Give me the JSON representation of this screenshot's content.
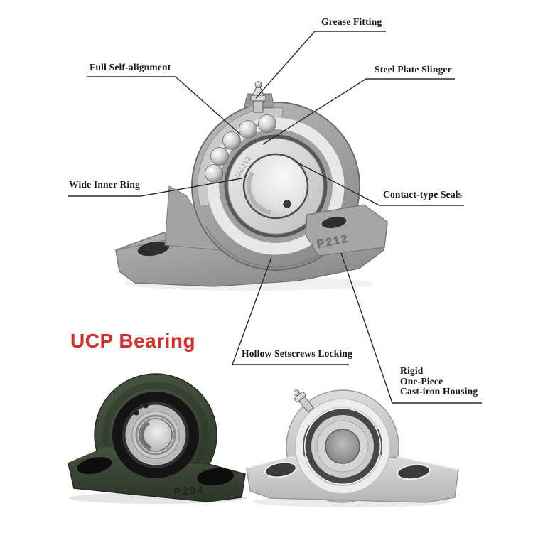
{
  "title": "UCP Bearing",
  "labels": {
    "grease_fitting": "Grease Fitting",
    "full_self_alignment": "Full Self-alignment",
    "steel_plate_slinger": "Steel Plate Slinger",
    "wide_inner_ring": "Wide Inner Ring",
    "contact_type_seals": "Contact-type Seals",
    "hollow_setscrews_locking": "Hollow Setscrews Locking",
    "rigid_line1": "Rigid",
    "rigid_line2": "One-Piece",
    "rigid_line3": "Cast-iron Housing"
  },
  "markings": {
    "main_housing_code": "P212",
    "main_insert_code": "UC212",
    "green_housing_code": "P204"
  },
  "images": {
    "main": "cutaway pillow block bearing technical illustration (grayscale)",
    "bottom_left": "green painted UCP pillow block bearing",
    "bottom_right": "stainless steel UCP pillow block bearing"
  },
  "colors": {
    "accent_red": "#d3302a",
    "leader_line": "#2a2a2a",
    "green_housing": "#3c4838",
    "silver_housing": "#c9c9c9",
    "cast_gray": "#a2a2a2"
  }
}
